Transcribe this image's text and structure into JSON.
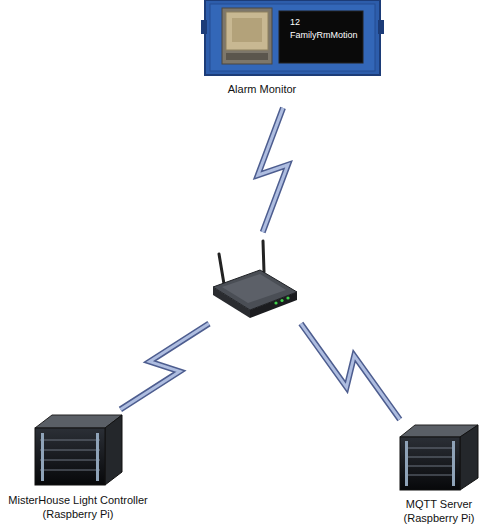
{
  "diagram": {
    "nodes": [
      {
        "text": [
          "Alarm Monitor"
        ]
      },
      {
        "text": []
      },
      {
        "text": [
          "MisterHouse Light Controller (Raspberry Pi)"
        ]
      },
      {
        "text": [
          "MQTT Server (Raspberry Pi)"
        ]
      }
    ],
    "edges": [
      {
        "from": 0,
        "to": 1,
        "arrow": "none"
      },
      {
        "from": 1,
        "to": 2,
        "arrow": "none"
      },
      {
        "from": 1,
        "to": 3,
        "arrow": "none"
      }
    ],
    "labels": [
      "12",
      "FamilyRmMotion"
    ]
  }
}
